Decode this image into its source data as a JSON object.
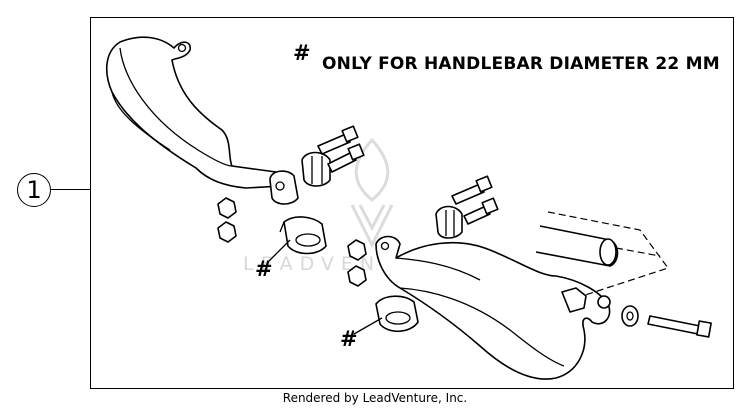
{
  "callout": {
    "label": "1"
  },
  "note": {
    "marker": "#",
    "text": "ONLY FOR HANDLEBAR DIAMETER 22 MM"
  },
  "markers": {
    "left_adapter": "#",
    "right_adapter": "#"
  },
  "watermark": {
    "brand": "LEADVENTURE"
  },
  "footer": {
    "text": "Rendered by LeadVenture, Inc."
  }
}
